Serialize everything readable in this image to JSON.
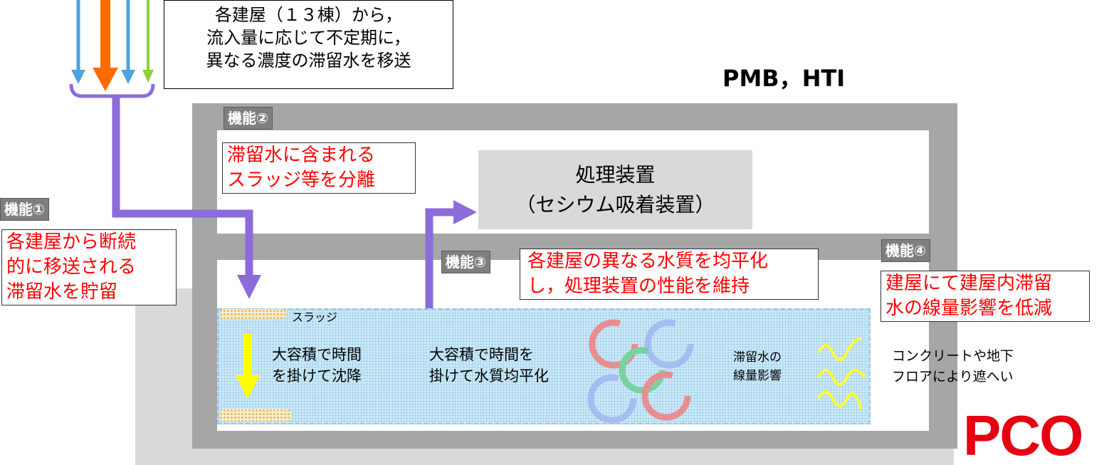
{
  "colors": {
    "arrow_purple": "#8b6cd9",
    "text_red": "#ff0000",
    "sediment_arrow": "#ffff00",
    "logo_red": "#e60012",
    "water": "#cdeaf8"
  },
  "title": "PMB，HTI",
  "transfer": {
    "line1": "各建屋（１３棟）から，",
    "line2": "流入量に応じて不定期に，",
    "line3": "異なる濃度の滞留水を移送"
  },
  "functions": {
    "f1": {
      "label": "機能①",
      "lines": [
        "各建屋から断続",
        "的に移送される",
        "滞留水を貯留"
      ]
    },
    "f2": {
      "label": "機能②",
      "lines": [
        "滞留水に含まれる",
        "スラッジ等を分離"
      ]
    },
    "f3": {
      "label": "機能③",
      "lines": [
        "各建屋の異なる水質を均平化",
        "し，処理装置の性能を維持"
      ]
    },
    "f4": {
      "label": "機能④",
      "lines": [
        "建屋にて建屋内滞留",
        "水の線量影響を低減"
      ]
    }
  },
  "processor": {
    "line1": "処理装置",
    "line2": "（セシウム吸着装置）"
  },
  "sludge_label": "スラッジ",
  "sediment": {
    "line1": "大容積で時間",
    "line2": "を掛けて沈降"
  },
  "equalize": {
    "line1": "大容積で時間を",
    "line2": "掛けて水質均平化"
  },
  "dose": {
    "line1": "滞留水の",
    "line2": "線量影響"
  },
  "shield": {
    "line1": "コンクリートや地下",
    "line2": "フロアにより遮へい"
  },
  "logo_text": "PCO",
  "icons": [
    "inflow-arrows",
    "flow-arrow",
    "circular-mixing-arrows",
    "wave-arrow-icon",
    "down-arrow-icon"
  ]
}
